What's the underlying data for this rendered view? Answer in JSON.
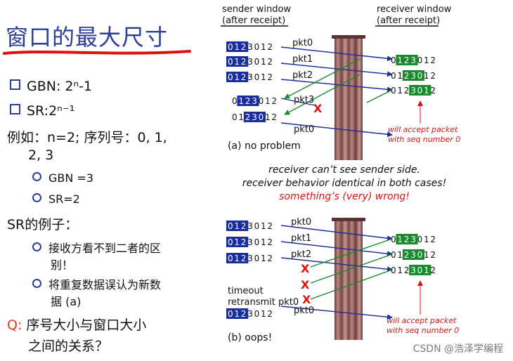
{
  "left": {
    "title": "窗口的最大尺寸",
    "gbn": "GBN: 2ⁿ-1",
    "sr": "SR:2ⁿ⁻¹",
    "example_l1": "例如：n=2; 序列号：0, 1,",
    "example_l2": "2, 3",
    "gbn_val": "GBN =3",
    "sr_val": "SR=2",
    "sr_example": "SR的例子：",
    "point1_l1": "接收方看不到二者的区",
    "point1_l2": "别！",
    "point2_l1": "将重复数据误认为新数",
    "point2_l2": "据 (a)",
    "q_label": "Q:",
    "q_l1": " 序号大小与窗口大小",
    "q_l2": "之间的关系？"
  },
  "diagram": {
    "sender_header_l1": "sender window",
    "sender_header_l2": "(after receipt)",
    "receiver_header_l1": "receiver window",
    "receiver_header_l2": "(after receipt)",
    "seq_digits": [
      "0",
      "1",
      "2",
      "3",
      "0",
      "1",
      "2"
    ],
    "pkt0": "pkt0",
    "pkt1": "pkt1",
    "pkt2": "pkt2",
    "pkt3": "pkt3",
    "loss_mark": "X",
    "accept_l1": "will accept packet",
    "accept_l2": "with seq number 0",
    "caption_a": "(a) no problem",
    "caption_b": "(b) oops!",
    "middle_l1": "receiver can’t see sender side.",
    "middle_l2": "receiver behavior identical in both cases!",
    "middle_l3": "something’s (very) wrong!",
    "timeout_l1": "timeout",
    "timeout_l2": "retransmit pkt0",
    "sender_color": "#1a2f9c",
    "receiver_color": "#1a8a2e",
    "loss_color": "#e01010"
  },
  "watermark": "CSDN @浩泽学编程"
}
